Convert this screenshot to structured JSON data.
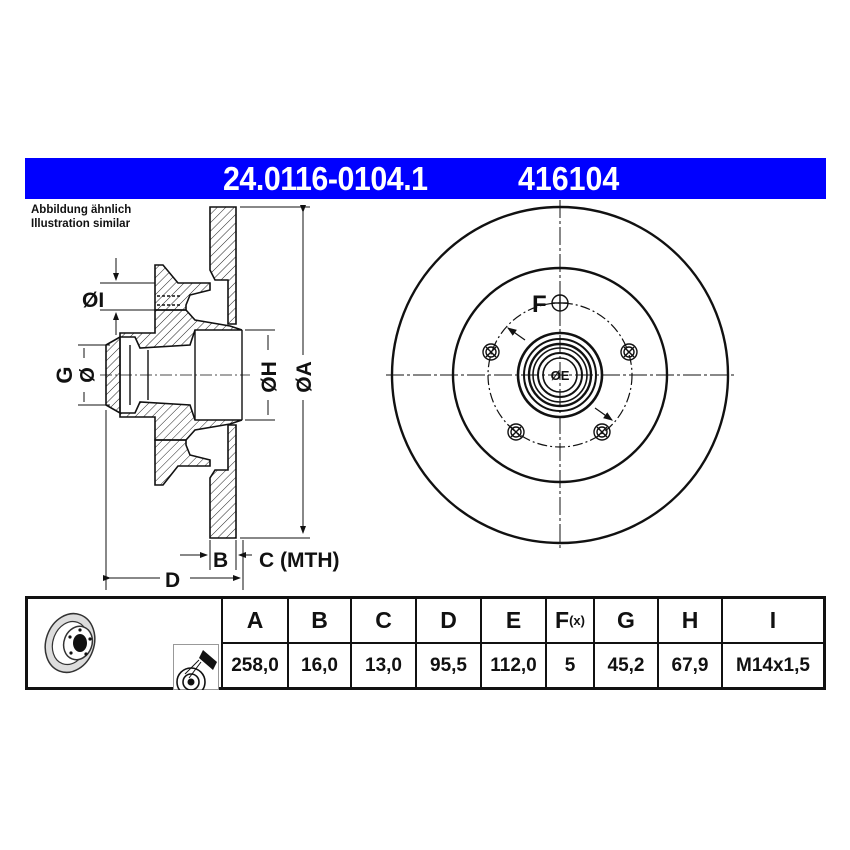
{
  "header": {
    "part_number": "24.0116-0104.1",
    "reference": "416104",
    "banner_color": "#0000ff"
  },
  "note": {
    "line1": "Abbildung ähnlich",
    "line2": "Illustration similar"
  },
  "side_view_labels": {
    "dia_I": "ØI",
    "dia_G": "ØG",
    "G": "G",
    "dia_H": "ØH",
    "dia_A": "ØA",
    "B": "B",
    "C": "C (MTH)",
    "D": "D"
  },
  "front_view_labels": {
    "F": "F",
    "dia_E": "ØE"
  },
  "table": {
    "columns": [
      {
        "key": "A",
        "label": "A",
        "value": "258,0"
      },
      {
        "key": "B",
        "label": "B",
        "value": "16,0"
      },
      {
        "key": "C",
        "label": "C",
        "value": "13,0"
      },
      {
        "key": "D",
        "label": "D",
        "value": "95,5"
      },
      {
        "key": "E",
        "label": "E",
        "value": "112,0"
      },
      {
        "key": "F",
        "label": "F",
        "label_suffix": "(x)",
        "value": "5"
      },
      {
        "key": "G",
        "label": "G",
        "value": "45,2"
      },
      {
        "key": "H",
        "label": "H",
        "value": "67,9"
      },
      {
        "key": "I",
        "label": "I",
        "value": "M14x1,5"
      }
    ],
    "icons": [
      "brake-disc-thumbnail-icon",
      "cleaning-spray-icon"
    ]
  }
}
